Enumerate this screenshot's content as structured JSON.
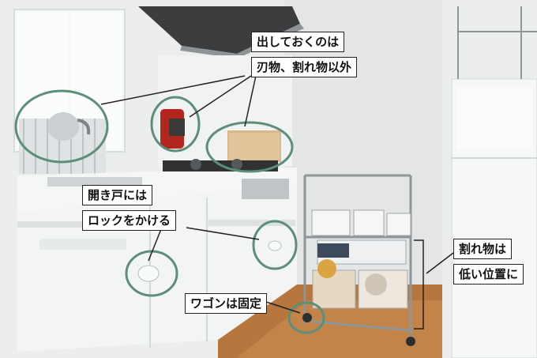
{
  "annotations": {
    "display_items_line1": "出しておくのは",
    "display_items_line2": "刃物、割れ物以外",
    "hinged_door_line1": "開き戸には",
    "hinged_door_line2": "ロックをかける",
    "wagon_fixed": "ワゴンは固定",
    "fragile_line1": "割れ物は",
    "fragile_line2": "低い位置に"
  },
  "colors": {
    "highlight_circle": "#5b8f78",
    "label_border": "#222222",
    "leader_line": "#222222"
  }
}
